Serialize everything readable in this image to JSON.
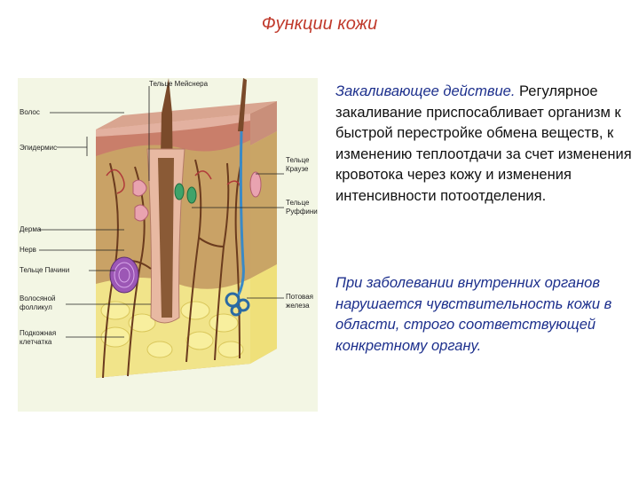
{
  "title": "Функции кожи",
  "figure": {
    "labels": {
      "meissner": "Тельце Мейснера",
      "hair": "Волос",
      "epidermis": "Эпидермис",
      "dermis": "Дерма",
      "nerve": "Нерв",
      "pacini": "Тельце Пачини",
      "hair_follicle_1": "Волосяной",
      "hair_follicle_2": "фолликул",
      "hypodermis_1": "Подкожная",
      "hypodermis_2": "клетчатка",
      "krause_1": "Тельце",
      "krause_2": "Краузе",
      "ruffini_1": "Тельце",
      "ruffini_2": "Руффини",
      "sweat_1": "Потовая",
      "sweat_2": "железа"
    }
  },
  "text": {
    "p1_lead": "Закаливающее действие.",
    "p1_body": "Регулярное закаливание приспосабливает организм к быстрой перестройке обмена веществ, к изменению теплоотдачи за счет изменения кровотока через кожу и изменения интенсивности потоотделения.",
    "p2": "При заболевании внутренних органов нарушается чувствительность кожи в области, строго соответствующей конкретному органу."
  }
}
